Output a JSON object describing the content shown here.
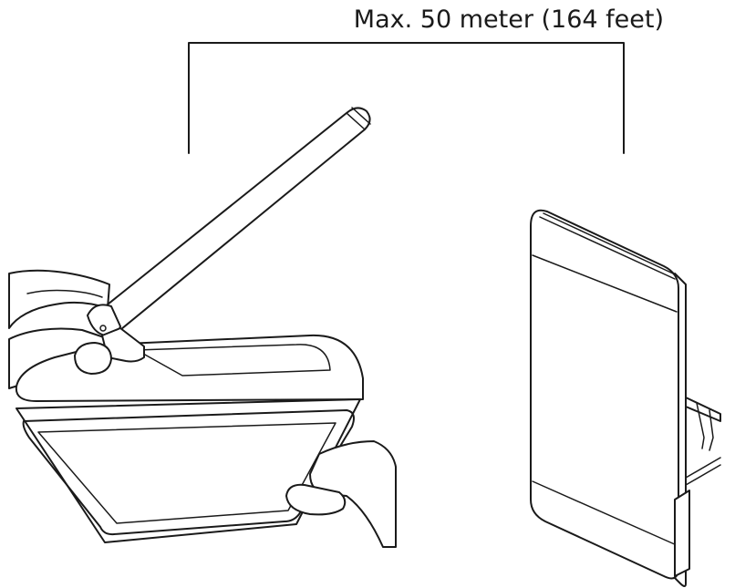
{
  "distance_label": "Max. 50 meter (164 feet)",
  "colors": {
    "line": "#1a1a1a",
    "background": "#ffffff"
  },
  "icons": {
    "receiver": "handheld-router-with-antenna",
    "transmitter": "wall-mounted-panel"
  }
}
